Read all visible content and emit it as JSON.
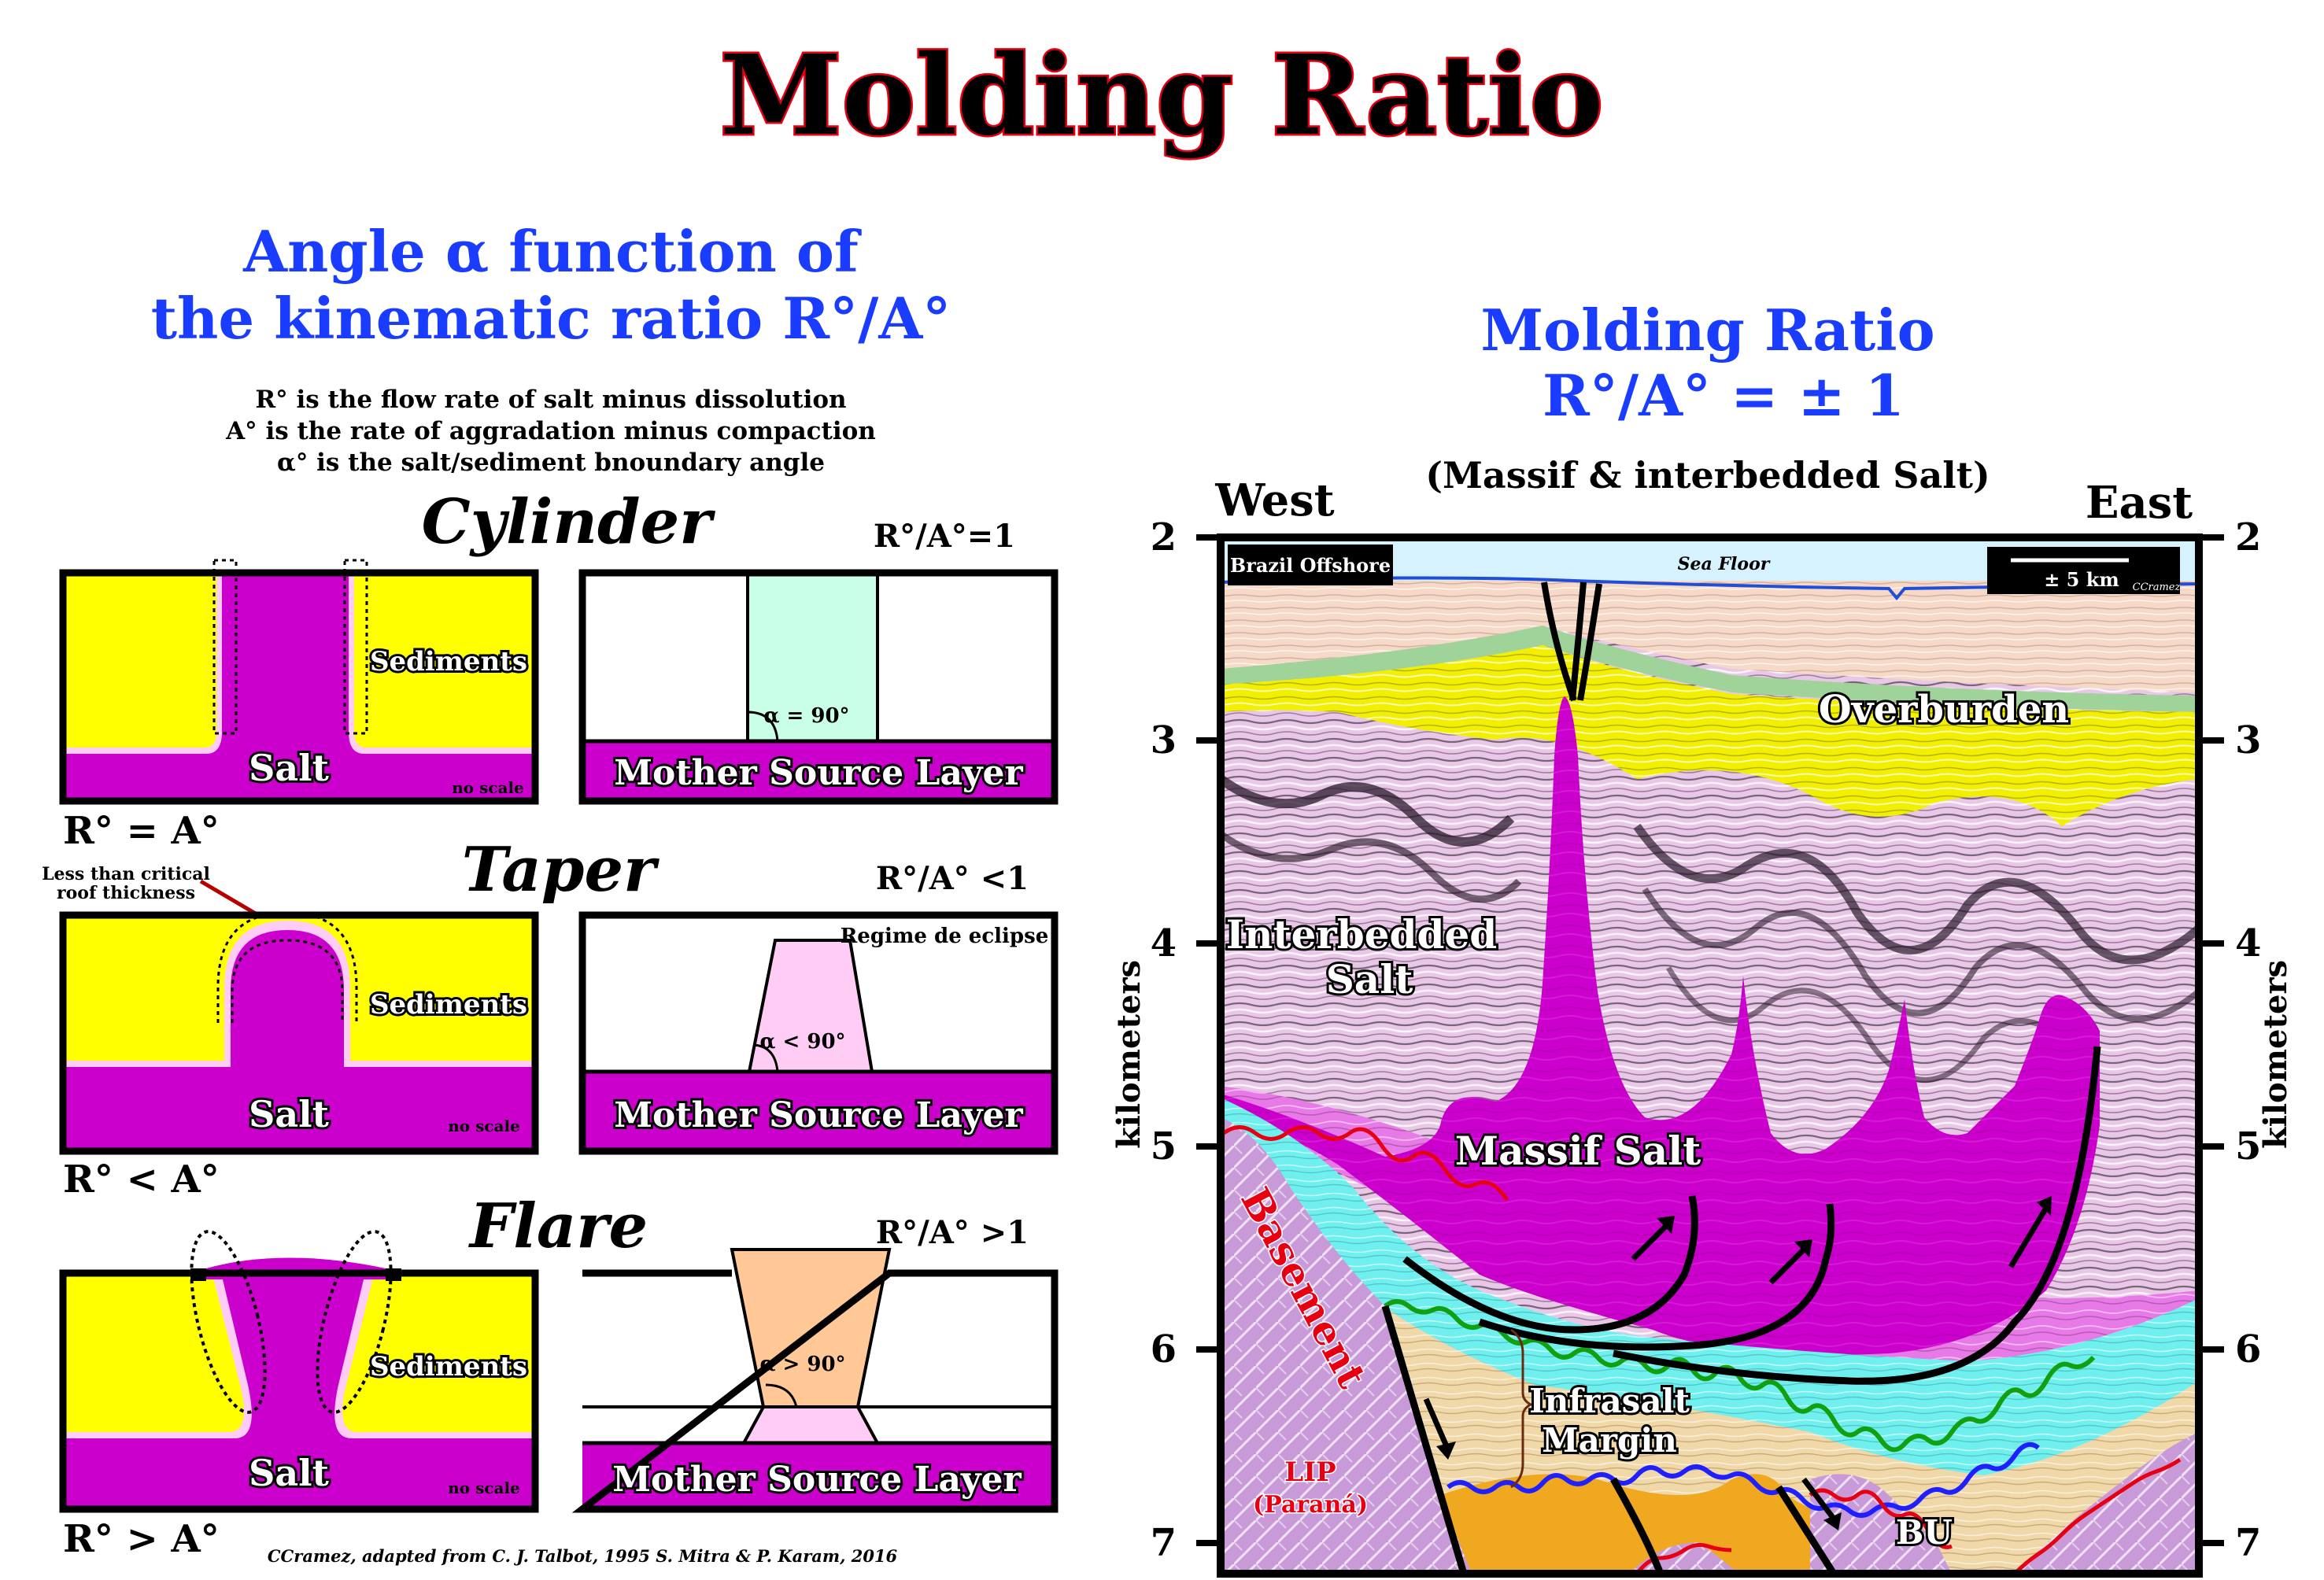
{
  "title": "Molding Ratio",
  "left": {
    "heading_line1": "Angle α function of",
    "heading_line2": "the kinematic ratio R°/A°",
    "def_r": "R° is the flow rate of salt minus dissolution",
    "def_a": "A° is the rate of aggradation minus compaction",
    "def_alpha": "α° is the salt/sediment  bnoundary angle",
    "rows": [
      {
        "name": "Cylinder",
        "ratio": "R°/A°=1",
        "relation": "R° = A°",
        "sediments": "Sediments",
        "salt": "Salt",
        "no_scale": "no scale",
        "angle": "α = 90°",
        "mother": "Mother Source Layer"
      },
      {
        "name": "Taper",
        "ratio": "R°/A° <1",
        "relation": "R° < A°",
        "sediments": "Sediments",
        "salt": "Salt",
        "no_scale": "no scale",
        "angle": "α < 90°",
        "mother": "Mother Source Layer",
        "regime": "Regime de eclipse",
        "roof_line1": "Less than critical",
        "roof_line2": "roof thickness"
      },
      {
        "name": "Flare",
        "ratio": "R°/A° >1",
        "relation": "R° > A°",
        "sediments": "Sediments",
        "salt": "Salt",
        "no_scale": "no scale",
        "angle": "α > 90°",
        "mother": "Mother Source Layer"
      }
    ],
    "credit": "CCramez, adapted from C. J. Talbot, 1995 S. Mitra & P. Karam, 2016"
  },
  "right": {
    "heading_line1": "Molding Ratio",
    "heading_line2": "R°/A° = ± 1",
    "subtitle": "(Massif & interbedded Salt)",
    "west": "West",
    "east": "East",
    "axis_label": "kilometers",
    "depth_ticks": [
      "2",
      "3",
      "4",
      "5",
      "6",
      "7"
    ],
    "location": "Brazil Offshore",
    "sea_floor": "Sea Floor",
    "scale_bar": "± 5 km",
    "author_tag": "CCramez",
    "labels": {
      "overburden": "Overburden",
      "interbedded_line1": "Interbedded",
      "interbedded_line2": "Salt",
      "massif": "Massif Salt",
      "basement": "Basement",
      "lip": "LIP",
      "parana": "(Paraná)",
      "infrasalt_line1": "Infrasalt",
      "infrasalt_line2": "Margin",
      "bu": "BU"
    }
  },
  "colors": {
    "title_outline": "#e60012",
    "heading_blue": "#1a3cff",
    "sediments_yellow": "#ffff00",
    "salt_magenta": "#cc00cc",
    "cylinder_fill": "#c8ffe6",
    "taper_fill": "#ffccf5",
    "flare_fill": "#ffc896",
    "infrasalt_cyan": "#6ff0ee",
    "basement_purple": "#c89bd8"
  }
}
